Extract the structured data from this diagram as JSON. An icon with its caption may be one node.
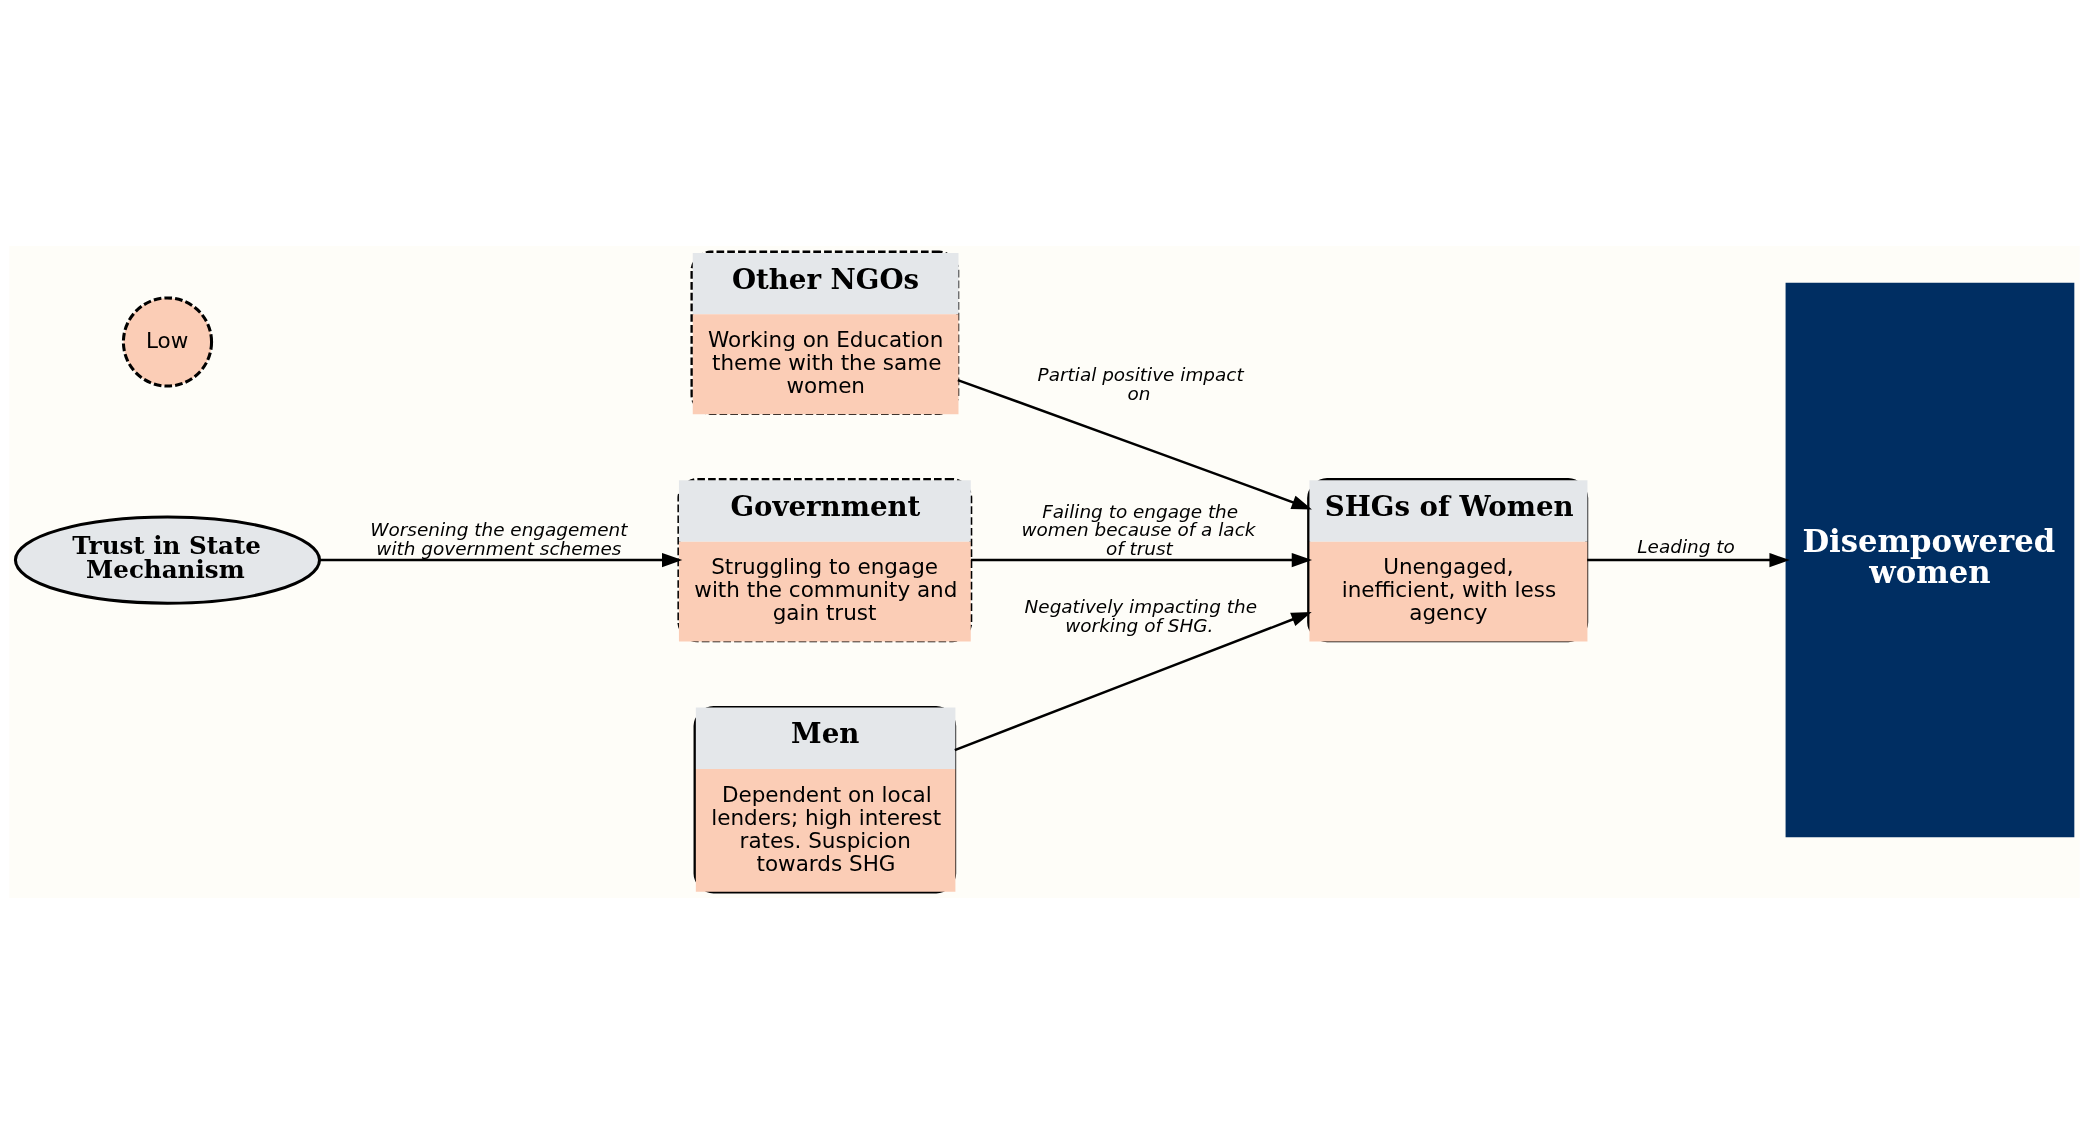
{
  "diagram": {
    "nodes": [
      {
        "text": [
          "Other NGOs",
          "Working on Education theme with the same women"
        ]
      },
      {
        "text": [
          "SHGs of Women",
          "Unengaged, inefficient, with less agency"
        ]
      },
      {
        "text": [
          "Government",
          "Struggling to engage with the community and gain trust"
        ]
      },
      {
        "text": [
          "Disempowered women"
        ]
      },
      {
        "text": [
          "Men",
          "Dependent on local lenders; high interest rates. Suspicion towards SHG"
        ]
      },
      {
        "text": [
          "Low"
        ]
      },
      {
        "text": [
          "Trust in State Mechanism"
        ]
      }
    ],
    "edges": [
      {
        "from": 0,
        "to": 1,
        "arrow": "to",
        "label": "Partial positive impact on"
      },
      {
        "from": 2,
        "to": 1,
        "arrow": "to",
        "label": "Failing to engage the women because of a lack of trust"
      },
      {
        "from": 1,
        "to": 3,
        "arrow": "to",
        "label": "Leading to"
      },
      {
        "from": 4,
        "to": 1,
        "arrow": "to",
        "label": "Negatively impacting the working of SHG."
      },
      {
        "from": 6,
        "to": 2,
        "arrow": "to",
        "label": "Worsening the engagement with government schemes"
      }
    ]
  }
}
